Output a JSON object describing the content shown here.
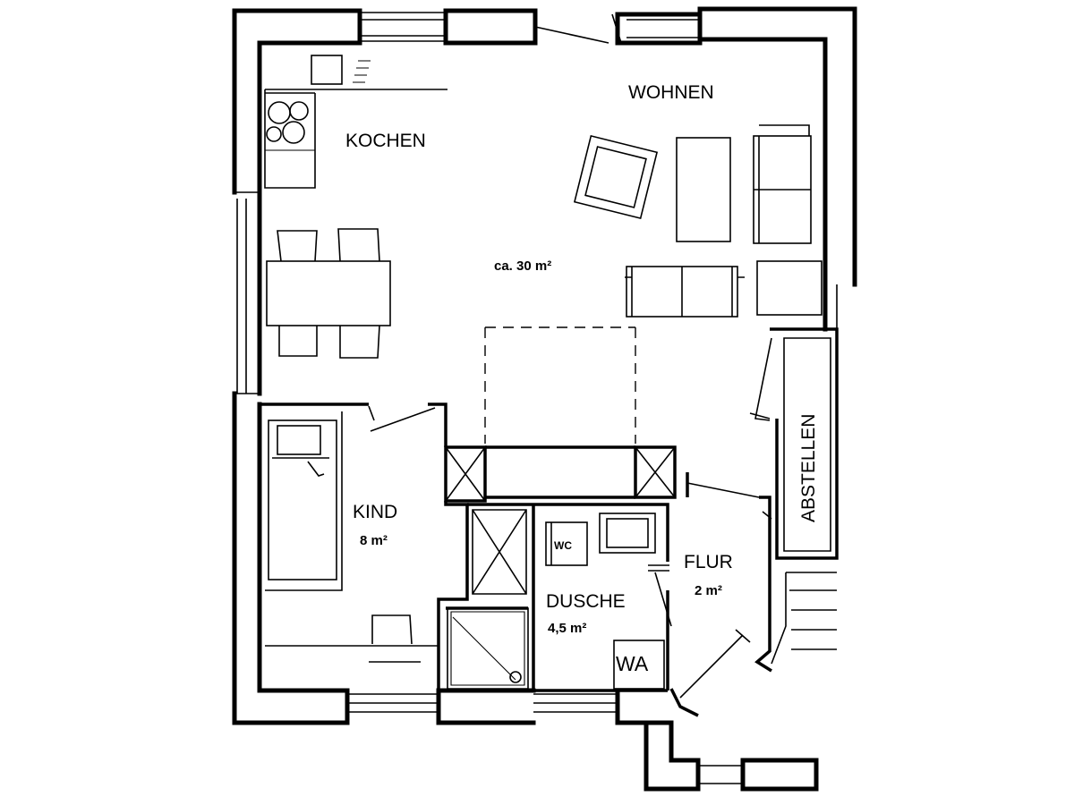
{
  "rooms": {
    "kochen": {
      "label": "KOCHEN"
    },
    "wohnen": {
      "label": "WOHNEN",
      "area": "ca. 30 m²"
    },
    "kind": {
      "label": "KIND",
      "area": "8 m²"
    },
    "dusche": {
      "label": "DUSCHE",
      "area": "4,5 m²"
    },
    "flur": {
      "label": "FLUR",
      "area": "2 m²"
    },
    "abstellen": {
      "label": "ABSTELLEN"
    }
  },
  "fixtures": {
    "wc": "WC",
    "wa": "WA"
  }
}
